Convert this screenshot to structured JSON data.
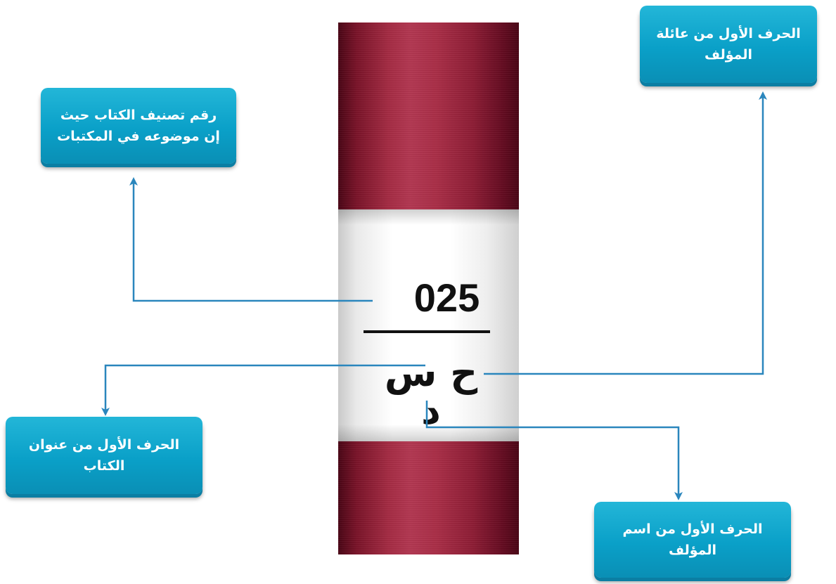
{
  "spine_label": {
    "classification_number": "025",
    "letters": "ح س د"
  },
  "callouts": {
    "classification": "رقم تصنيف الكتاب حيث إن موضوعه في المكتبات",
    "author_family": "الحرف الأول من عائلة المؤلف",
    "book_title": "الحرف الأول من عنوان الكتاب",
    "author_name": "الحرف الأول من اسم المؤلف"
  },
  "colors": {
    "callout": "#0aa0c8",
    "connector": "#2a86bd",
    "spine": "#a52c44",
    "label": "#ffffff"
  }
}
